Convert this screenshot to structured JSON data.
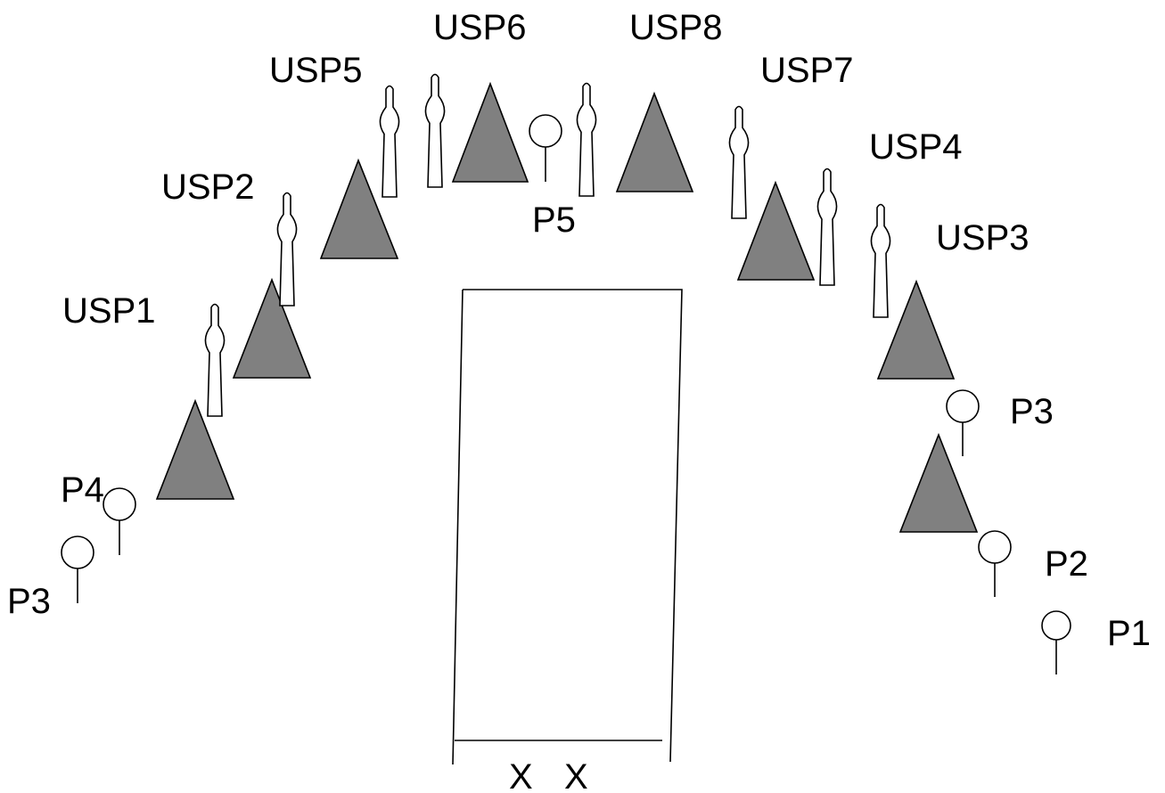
{
  "colors": {
    "cone_fill": "#808080",
    "line": "#000000",
    "background": "#ffffff"
  },
  "labels": {
    "usp1": "USP1",
    "usp2": "USP2",
    "usp3": "USP3",
    "usp4": "USP4",
    "usp5": "USP5",
    "usp6": "USP6",
    "usp7": "USP7",
    "usp8": "USP8",
    "p1": "P1",
    "p2": "P2",
    "p3_right": "P3",
    "p3_left": "P3",
    "p4": "P4",
    "p5": "P5",
    "mark_left": "X",
    "mark_right": "X"
  }
}
